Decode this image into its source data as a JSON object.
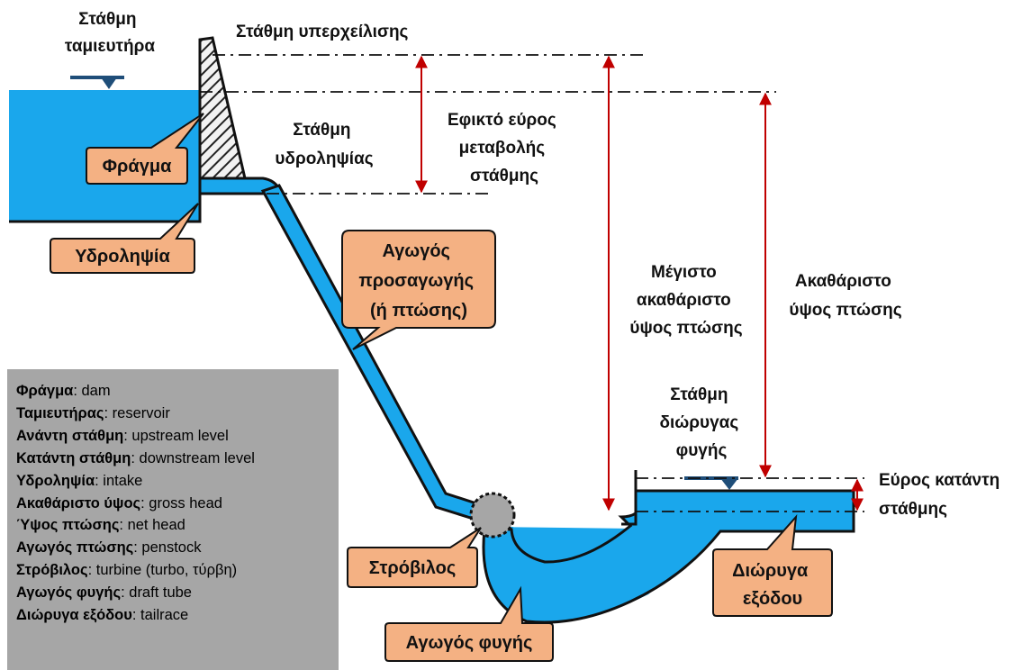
{
  "labels": {
    "reservoir_level": [
      "Στάθμη",
      "ταμιευτήρα"
    ],
    "overflow_level": "Στάθμη υπερχείλισης",
    "intake_level": [
      "Στάθμη",
      "υδροληψίας"
    ],
    "effective_range": [
      "Εφικτό εύρος",
      "μεταβολής",
      "στάθμης"
    ],
    "max_gross_head": [
      "Μέγιστο",
      "ακαθάριστο",
      "ύψος πτώσης"
    ],
    "gross_head": [
      "Ακαθάριστο",
      "ύψος πτώσης"
    ],
    "tailrace_level": [
      "Στάθμη",
      "διώρυγας",
      "φυγής"
    ],
    "downstream_range": [
      "Εύρος κατάντη",
      "στάθμης"
    ]
  },
  "callouts": {
    "dam": "Φράγμα",
    "intake": "Υδροληψία",
    "penstock": [
      "Αγωγός",
      "προσαγωγής",
      "(ή πτώσης)"
    ],
    "turbine": "Στρόβιλος",
    "draft_tube": "Αγωγός φυγής",
    "tailrace": [
      "Διώρυγα",
      "εξόδου"
    ]
  },
  "glossary": [
    {
      "term": "Φράγμα",
      "def": ": dam"
    },
    {
      "term": "Ταμιευτήρας",
      "def": ": reservoir"
    },
    {
      "term": "Ανάντη στάθμη",
      "def": ": upstream level"
    },
    {
      "term": "Κατάντη στάθμη",
      "def": ": downstream level"
    },
    {
      "term": "Υδροληψία",
      "def": ": intake"
    },
    {
      "term": "Ακαθάριστο ύψος",
      "def": ": gross head"
    },
    {
      "term": "Ύψος πτώσης",
      "def": ": net head"
    },
    {
      "term": "Αγωγός πτώσης",
      "def": ": penstock"
    },
    {
      "term": "Στρόβιλος",
      "def": ": turbine (turbo, τύρβη)"
    },
    {
      "term": "Αγωγός φυγής",
      "def": ": draft tube"
    },
    {
      "term": "Διώρυγα εξόδου",
      "def": ": tailrace"
    }
  ],
  "colors": {
    "water": "#1aa7ec",
    "callout_fill": "#f4b183",
    "arrow": "#c00000",
    "glossary_bg": "#a6a6a6",
    "level_marker": "#1f4e79"
  }
}
